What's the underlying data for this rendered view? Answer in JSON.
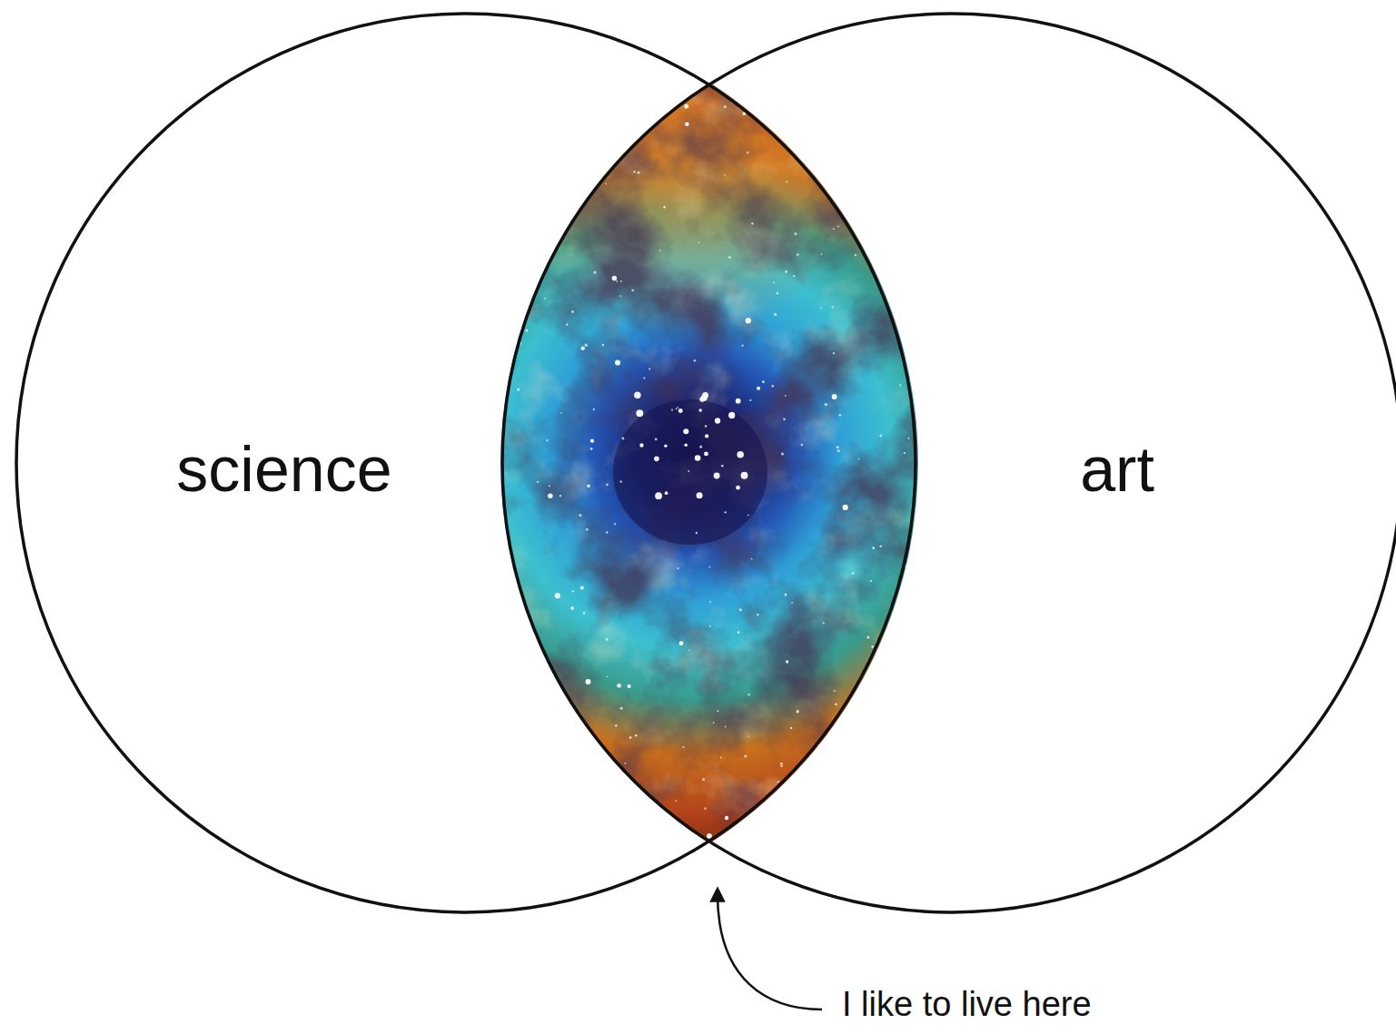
{
  "diagram": {
    "nodes": [
      {
        "text": [
          "science"
        ]
      },
      {
        "text": [
          "art"
        ]
      }
    ],
    "labels": [
      "I like to live here"
    ]
  }
}
